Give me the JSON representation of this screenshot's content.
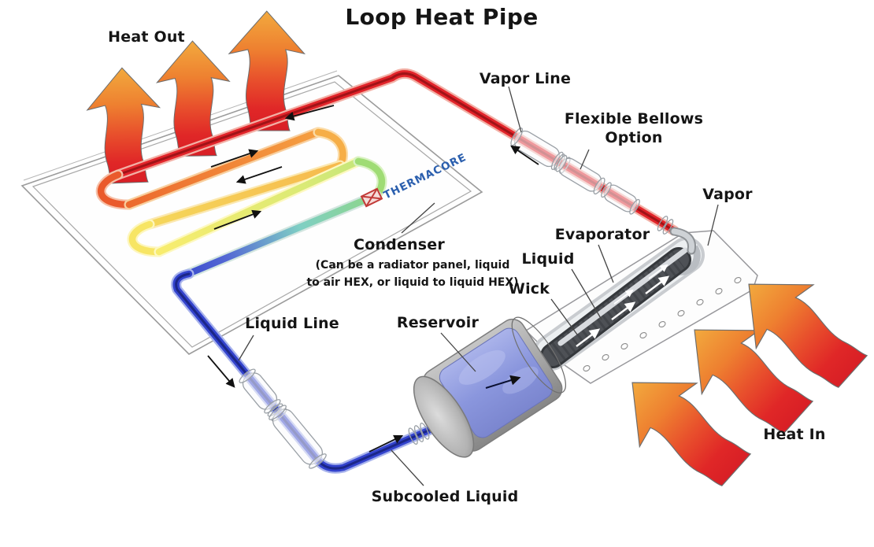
{
  "title": "Loop Heat Pipe",
  "brand": {
    "name": "THERMACORE",
    "text_color": "#2b5fae",
    "logo_color": "#c23b38"
  },
  "labels": {
    "heat_out": "Heat Out",
    "vapor_line": "Vapor Line",
    "flexible_bellows_line1": "Flexible Bellows",
    "flexible_bellows_line2": "Option",
    "vapor": "Vapor",
    "evaporator": "Evaporator",
    "liquid": "Liquid",
    "wick": "Wick",
    "condenser": "Condenser",
    "condenser_note_line1": "(Can be a radiator panel, liquid",
    "condenser_note_line2": "to air HEX, or liquid to liquid HEX)",
    "liquid_line": "Liquid Line",
    "reservoir": "Reservoir",
    "subcooled_liquid": "Subcooled Liquid",
    "heat_in": "Heat In"
  },
  "colors": {
    "vapor_line_red": "#e2242a",
    "liquid_line_blue": "#3343cd",
    "condenser_tube_gradient": [
      "#e2242a",
      "#f08232",
      "#f6b94e",
      "#f8ec6e",
      "#9fdc74",
      "#7fcfc4",
      "#3a4ccd"
    ],
    "heat_arrow_tip_orange": "#f2aa3e",
    "heat_arrow_tail_red": "#d81f26",
    "panel_outline_gray": "#9b9b9b",
    "wick_dark_gray": "#4e5156",
    "reservoir_liquid_blue": "#8a96dd",
    "text": "#151515"
  }
}
